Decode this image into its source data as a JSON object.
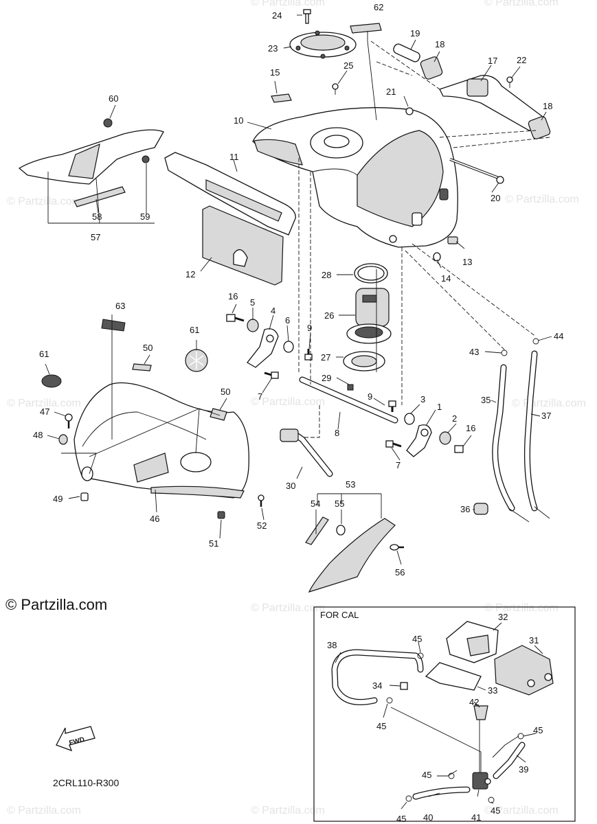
{
  "watermark": "© Partzilla.com",
  "copyright": "© Partzilla.com",
  "diagram_code": "2CRL110-R300",
  "fwd_label": "FWD",
  "box_title": "FOR CAL",
  "callouts": [
    {
      "id": "c1",
      "text": "1"
    },
    {
      "id": "c2",
      "text": "2"
    },
    {
      "id": "c3",
      "text": "3"
    },
    {
      "id": "c4",
      "text": "4"
    },
    {
      "id": "c5",
      "text": "5"
    },
    {
      "id": "c6",
      "text": "6"
    },
    {
      "id": "c7a",
      "text": "7"
    },
    {
      "id": "c7b",
      "text": "7"
    },
    {
      "id": "c8",
      "text": "8"
    },
    {
      "id": "c9a",
      "text": "9"
    },
    {
      "id": "c9b",
      "text": "9"
    },
    {
      "id": "c10",
      "text": "10"
    },
    {
      "id": "c11",
      "text": "11"
    },
    {
      "id": "c12",
      "text": "12"
    },
    {
      "id": "c13",
      "text": "13"
    },
    {
      "id": "c14",
      "text": "14"
    },
    {
      "id": "c15",
      "text": "15"
    },
    {
      "id": "c16a",
      "text": "16"
    },
    {
      "id": "c16b",
      "text": "16"
    },
    {
      "id": "c17",
      "text": "17"
    },
    {
      "id": "c18a",
      "text": "18"
    },
    {
      "id": "c18b",
      "text": "18"
    },
    {
      "id": "c19",
      "text": "19"
    },
    {
      "id": "c20",
      "text": "20"
    },
    {
      "id": "c21",
      "text": "21"
    },
    {
      "id": "c22",
      "text": "22"
    },
    {
      "id": "c23",
      "text": "23"
    },
    {
      "id": "c24",
      "text": "24"
    },
    {
      "id": "c25",
      "text": "25"
    },
    {
      "id": "c26",
      "text": "26"
    },
    {
      "id": "c27",
      "text": "27"
    },
    {
      "id": "c28",
      "text": "28"
    },
    {
      "id": "c29",
      "text": "29"
    },
    {
      "id": "c30",
      "text": "30"
    },
    {
      "id": "c31",
      "text": "31"
    },
    {
      "id": "c32",
      "text": "32"
    },
    {
      "id": "c33",
      "text": "33"
    },
    {
      "id": "c34",
      "text": "34"
    },
    {
      "id": "c35",
      "text": "35"
    },
    {
      "id": "c36",
      "text": "36"
    },
    {
      "id": "c37",
      "text": "37"
    },
    {
      "id": "c38",
      "text": "38"
    },
    {
      "id": "c39",
      "text": "39"
    },
    {
      "id": "c40",
      "text": "40"
    },
    {
      "id": "c41",
      "text": "41"
    },
    {
      "id": "c42",
      "text": "42"
    },
    {
      "id": "c43",
      "text": "43"
    },
    {
      "id": "c44",
      "text": "44"
    },
    {
      "id": "c45a",
      "text": "45"
    },
    {
      "id": "c45b",
      "text": "45"
    },
    {
      "id": "c45c",
      "text": "45"
    },
    {
      "id": "c45d",
      "text": "45"
    },
    {
      "id": "c45e",
      "text": "45"
    },
    {
      "id": "c45f",
      "text": "45"
    },
    {
      "id": "c46",
      "text": "46"
    },
    {
      "id": "c47",
      "text": "47"
    },
    {
      "id": "c48",
      "text": "48"
    },
    {
      "id": "c49",
      "text": "49"
    },
    {
      "id": "c50a",
      "text": "50"
    },
    {
      "id": "c50b",
      "text": "50"
    },
    {
      "id": "c51",
      "text": "51"
    },
    {
      "id": "c52",
      "text": "52"
    },
    {
      "id": "c53",
      "text": "53"
    },
    {
      "id": "c54",
      "text": "54"
    },
    {
      "id": "c55",
      "text": "55"
    },
    {
      "id": "c56",
      "text": "56"
    },
    {
      "id": "c57",
      "text": "57"
    },
    {
      "id": "c58",
      "text": "58"
    },
    {
      "id": "c59",
      "text": "59"
    },
    {
      "id": "c60",
      "text": "60"
    },
    {
      "id": "c61a",
      "text": "61"
    },
    {
      "id": "c61b",
      "text": "61"
    },
    {
      "id": "c62",
      "text": "62"
    },
    {
      "id": "c63",
      "text": "63"
    }
  ]
}
